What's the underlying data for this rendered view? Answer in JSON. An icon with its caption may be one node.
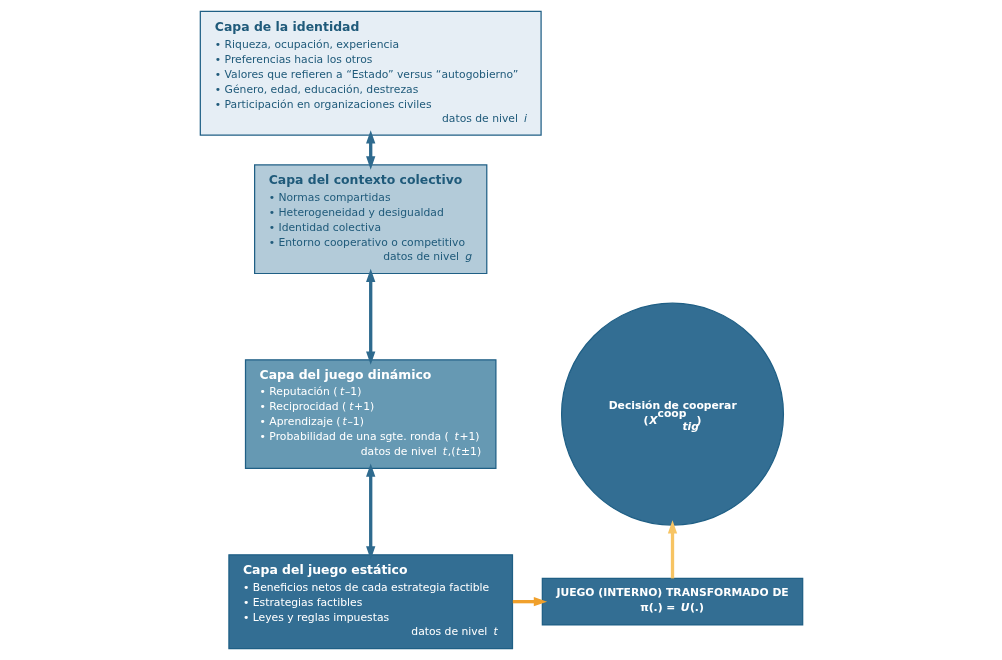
{
  "diagram": {
    "nodes": [
      {
        "text": [
          "Capa de la identidad",
          "• Riqueza, ocupación, experiencia",
          "• Preferencias hacia los otros",
          "• Valores que refieren a “Estado” versus “autogobierno”",
          "• Género, edad, educación, destrezas",
          "• Participación en organizaciones civiles",
          "datos de nivel *i*"
        ]
      },
      {
        "text": [
          "Capa del contexto colectivo",
          "• Normas compartidas",
          "• Heterogeneidad y desigualdad",
          "• Identidad colectiva",
          "• Entorno cooperativo o competitivo",
          "datos de nivel *g*"
        ]
      },
      {
        "text": [
          "Capa del juego dinámico",
          "• Reputación (*t*–1)",
          "• Reciprocidad (*t*+1)",
          "• Aprendizaje (*t*–1)",
          "• Probabilidad de una sgte. ronda (*t*+1)",
          "datos de nivel *t*,(*t*±1)"
        ]
      },
      {
        "text": [
          "Decisión de cooperar",
          "(*X*$^{coop}$$_{tig}$)"
        ]
      },
      {
        "text": [
          "Capa del juego estático",
          "• Beneficios netos de cada estrategia factible",
          "• Estrategias factibles",
          "• Leyes y reglas impuestas",
          "datos de nivel *t*"
        ]
      },
      {
        "text": [
          "JUEGO (INTERNO) TRANSFORMADO DE",
          "π(.) = *U*(.)"
        ]
      }
    ],
    "edges": [
      {
        "from": 4,
        "to": 2,
        "arrow": "both"
      },
      {
        "from": 2,
        "to": 1,
        "arrow": "both"
      },
      {
        "from": 1,
        "to": 0,
        "arrow": "both"
      },
      {
        "from": 4,
        "to": 5,
        "arrow": "to",
        "color": "#f0a02c"
      },
      {
        "from": 5,
        "to": 3,
        "arrow": "to",
        "color": "#f7c463"
      }
    ]
  }
}
